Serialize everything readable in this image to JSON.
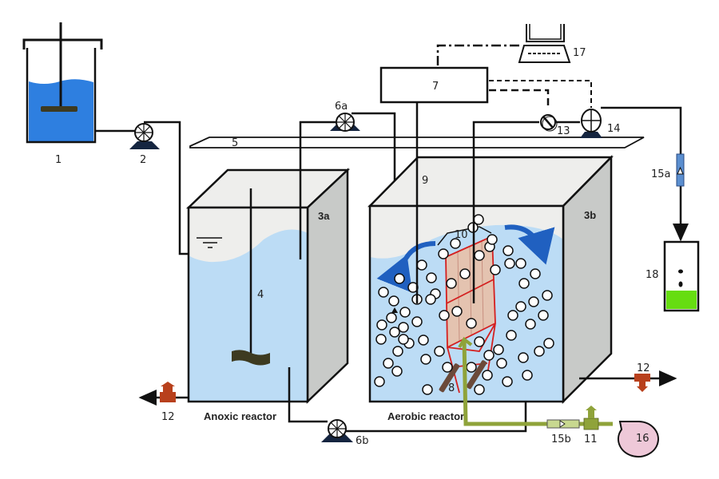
{
  "diagram": {
    "title": "Anoxic–aerobic membrane bioreactor setup",
    "labels": {
      "feed_tank": "1",
      "feed_pump": "2",
      "anoxic_tank": "3a",
      "aerobic_tank": "3b",
      "mixer": "4",
      "shelf": "5",
      "pump_6a": "6a",
      "pump_6b": "6b",
      "controller": "7",
      "diffuser": "8",
      "level_sensor": "9",
      "membrane": "10",
      "air_valve": "11",
      "drain_valve_left": "12",
      "drain_valve_right": "12",
      "pressure_gauge": "13",
      "permeate_pump": "14",
      "flowmeter_permeate": "15a",
      "flowmeter_air": "15b",
      "blower": "16",
      "computer": "17",
      "permeate_tank": "18"
    },
    "captions": {
      "anoxic": "Anoxic reactor",
      "aerobic": "Aerobic reactor"
    },
    "colors": {
      "water": "#bcdcf5",
      "feed_water": "#2e7fe0",
      "tank_top": "#eeeeec",
      "tank_side": "#c8cac8",
      "membrane": "#e8c0a8",
      "frame": "#d42020",
      "air_line": "#8fa33a",
      "valve_red": "#b8401c",
      "blower": "#eec8d8",
      "permeate": "#66dd11",
      "flowmeter_blue": "#5b8fd0",
      "pump_base": "#152540",
      "arrow_blue": "#2060c0"
    }
  }
}
